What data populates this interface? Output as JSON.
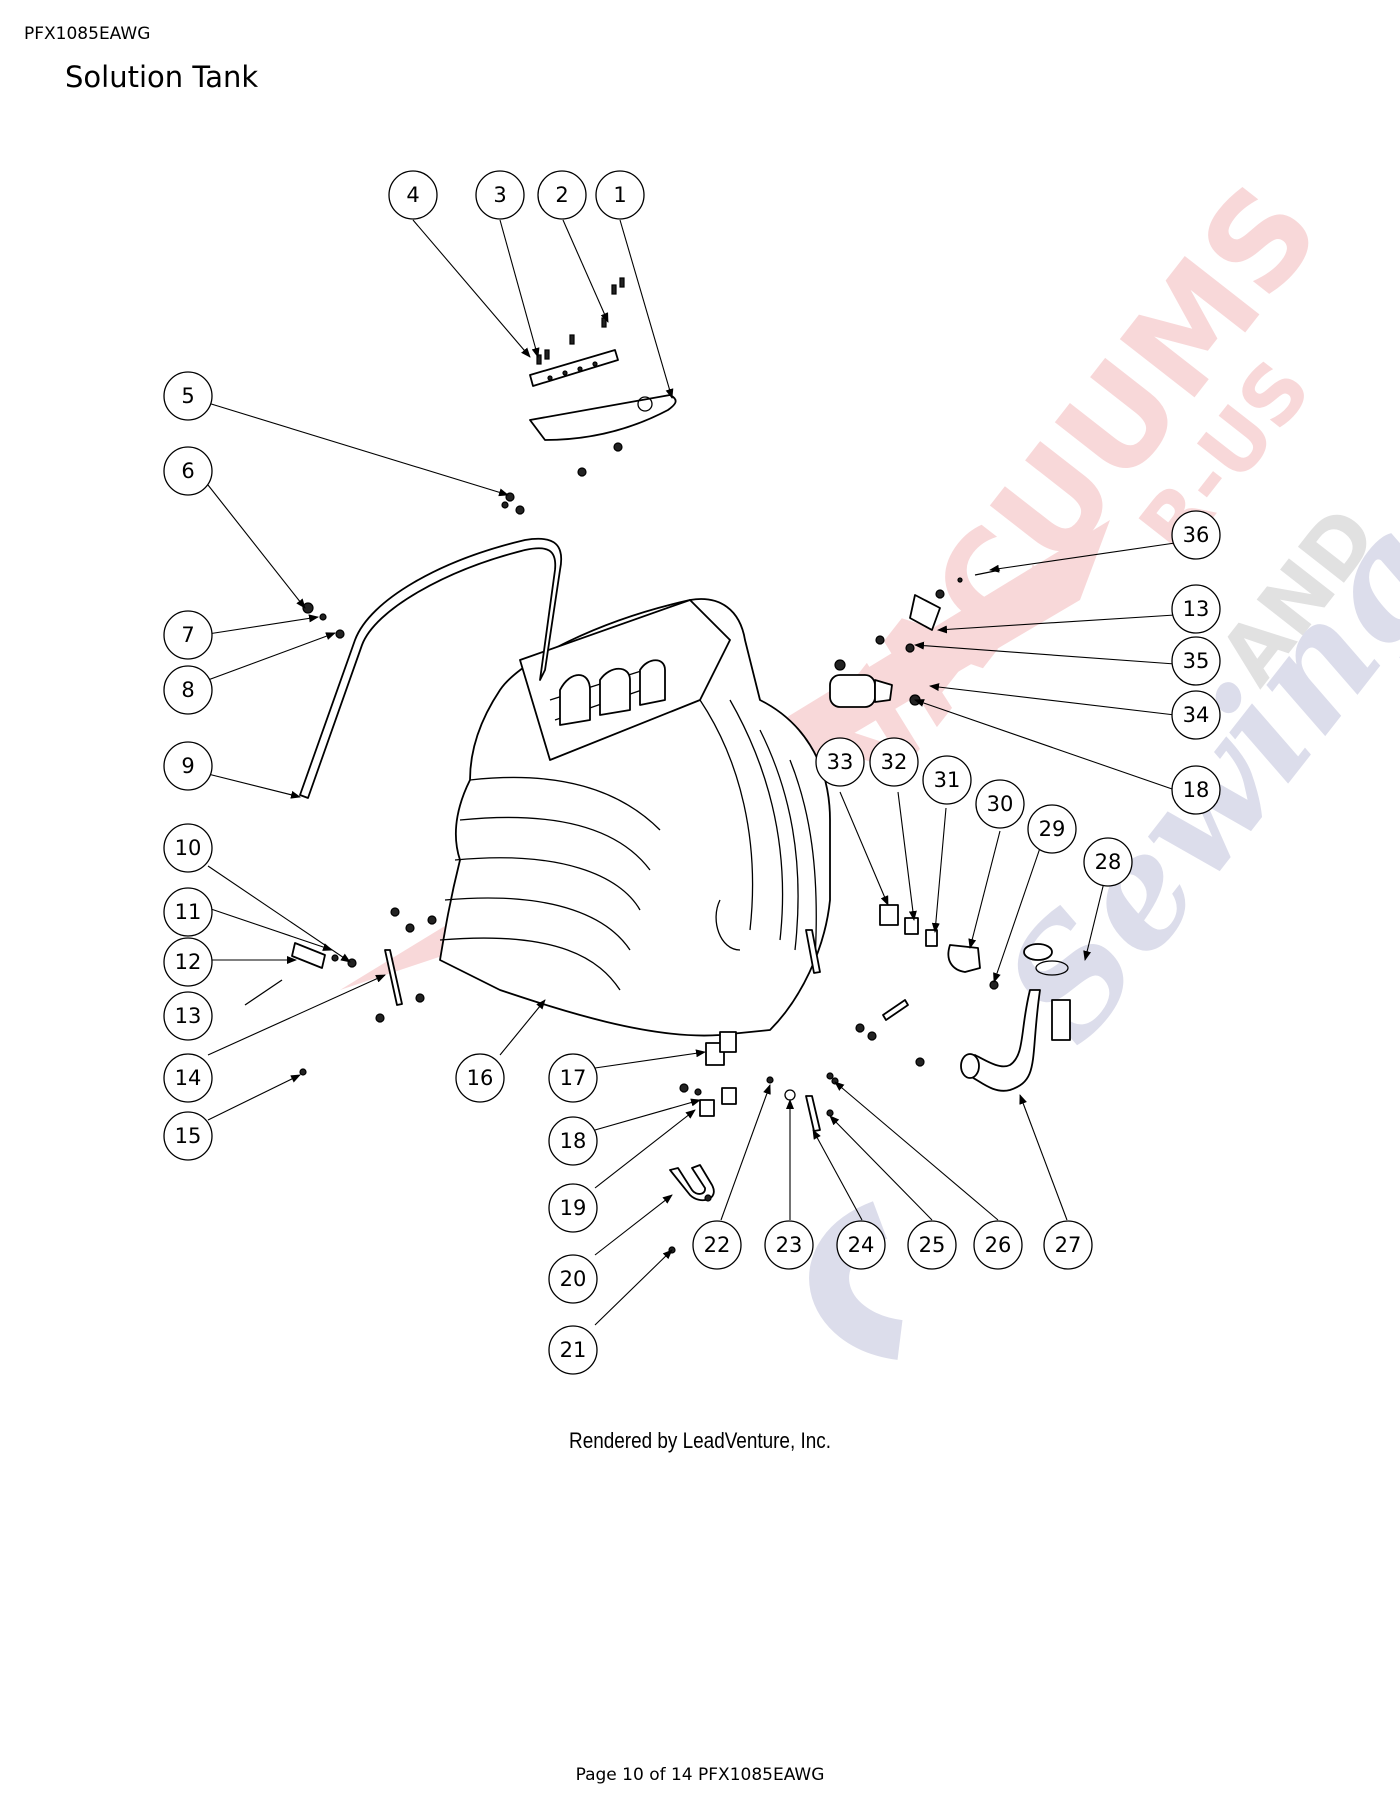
{
  "header": {
    "doc_code": "PFX1085EAWG",
    "title": "Solution Tank"
  },
  "credit": "Rendered by LeadVenture, Inc.",
  "footer": "Page 10 of 14 PFX1085EAWG",
  "watermark": {
    "text": "VACUUMS R-US AND Sewing",
    "color_red": "#d9262b",
    "color_blue": "#3a3f8f"
  },
  "callouts": [
    {
      "id": "c1",
      "label": "1"
    },
    {
      "id": "c2",
      "label": "2"
    },
    {
      "id": "c3",
      "label": "3"
    },
    {
      "id": "c4",
      "label": "4"
    },
    {
      "id": "c5",
      "label": "5"
    },
    {
      "id": "c6",
      "label": "6"
    },
    {
      "id": "c7",
      "label": "7"
    },
    {
      "id": "c8",
      "label": "8"
    },
    {
      "id": "c9",
      "label": "9"
    },
    {
      "id": "c10",
      "label": "10"
    },
    {
      "id": "c11",
      "label": "11"
    },
    {
      "id": "c12",
      "label": "12"
    },
    {
      "id": "c13a",
      "label": "13"
    },
    {
      "id": "c14",
      "label": "14"
    },
    {
      "id": "c15",
      "label": "15"
    },
    {
      "id": "c16",
      "label": "16"
    },
    {
      "id": "c17",
      "label": "17"
    },
    {
      "id": "c18a",
      "label": "18"
    },
    {
      "id": "c19",
      "label": "19"
    },
    {
      "id": "c20",
      "label": "20"
    },
    {
      "id": "c21",
      "label": "21"
    },
    {
      "id": "c22",
      "label": "22"
    },
    {
      "id": "c23",
      "label": "23"
    },
    {
      "id": "c24",
      "label": "24"
    },
    {
      "id": "c25",
      "label": "25"
    },
    {
      "id": "c26",
      "label": "26"
    },
    {
      "id": "c27",
      "label": "27"
    },
    {
      "id": "c28",
      "label": "28"
    },
    {
      "id": "c29",
      "label": "29"
    },
    {
      "id": "c30",
      "label": "30"
    },
    {
      "id": "c31",
      "label": "31"
    },
    {
      "id": "c32",
      "label": "32"
    },
    {
      "id": "c33",
      "label": "33"
    },
    {
      "id": "c34",
      "label": "34"
    },
    {
      "id": "c35",
      "label": "35"
    },
    {
      "id": "c13b",
      "label": "13"
    },
    {
      "id": "c36",
      "label": "36"
    },
    {
      "id": "c18b",
      "label": "18"
    }
  ]
}
